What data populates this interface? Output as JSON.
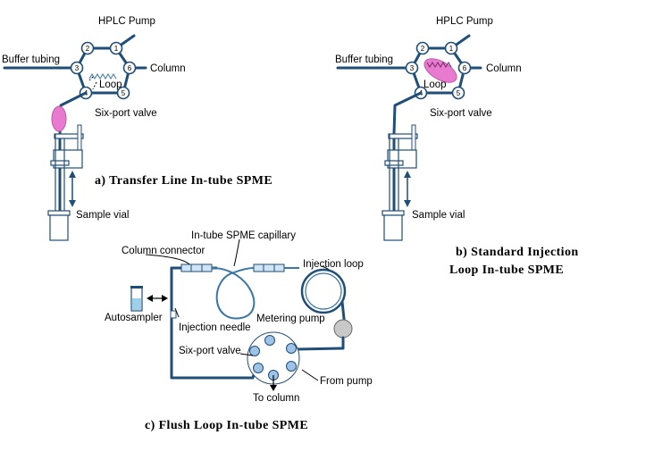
{
  "panel_a": {
    "labels": {
      "pump": "HPLC Pump",
      "buffer": "Buffer tubing",
      "column": "Column",
      "loop": "Loop",
      "valve": "Six-port valve",
      "vial": "Sample vial"
    },
    "ports": [
      "1",
      "2",
      "3",
      "4",
      "5",
      "6"
    ],
    "caption": "a) Transfer Line In-tube SPME"
  },
  "panel_b": {
    "labels": {
      "pump": "HPLC Pump",
      "buffer": "Buffer tubing",
      "column": "Column",
      "loop": "Loop",
      "valve": "Six-port valve",
      "vial": "Sample vial"
    },
    "ports": [
      "1",
      "2",
      "3",
      "4",
      "5",
      "6"
    ],
    "caption_line1": "b) Standard Injection",
    "caption_line2": "Loop In-tube SPME"
  },
  "panel_c": {
    "labels": {
      "capillary": "In-tube SPME capillary",
      "column_connector": "Column connector",
      "injection_loop": "Injection loop",
      "autosampler": "Autosampler",
      "injection_needle": "Injection needle",
      "metering_pump": "Metering pump",
      "valve": "Six-port valve",
      "from_pump": "From pump",
      "to_column": "To column"
    },
    "caption": "c) Flush Loop In-tube SPME"
  },
  "colors": {
    "tubing": "#1f4e79",
    "highlight": "#e87ad0",
    "valve_port": "#9fc3e7",
    "pump": "#c8c8c8"
  }
}
